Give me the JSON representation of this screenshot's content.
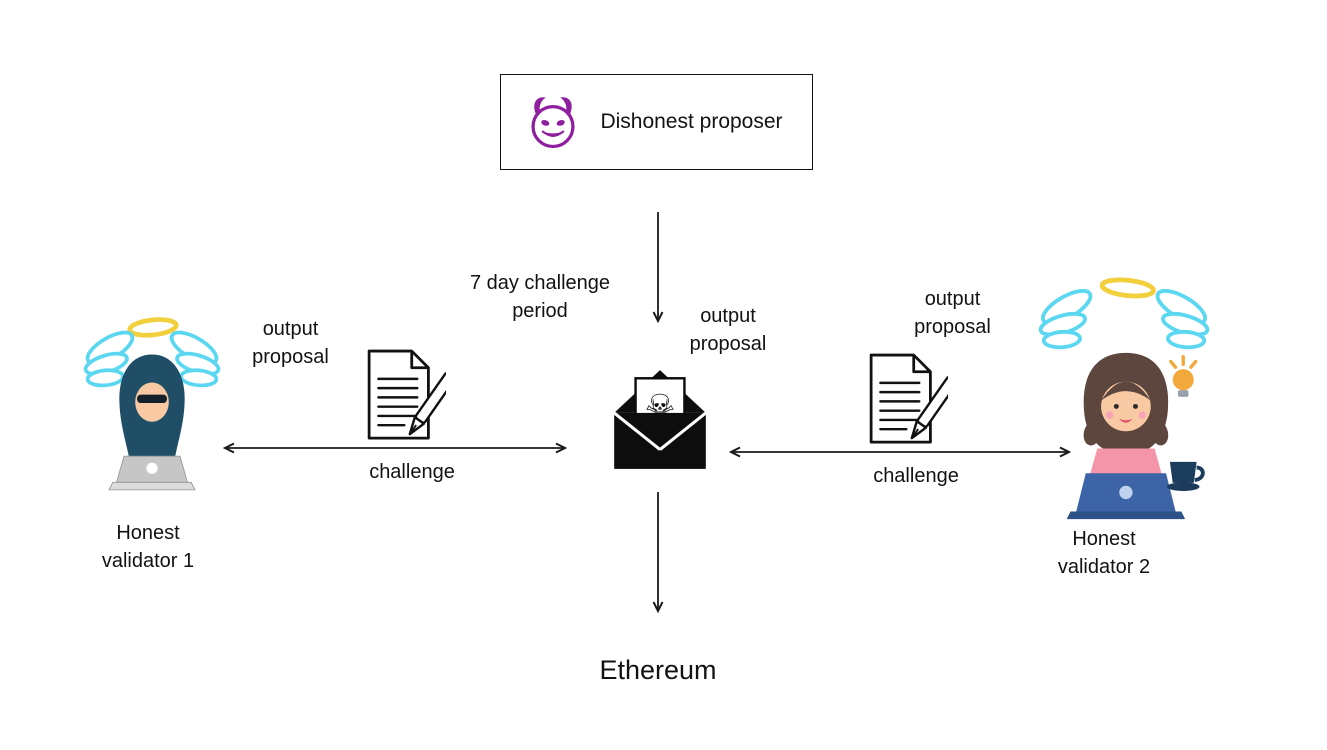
{
  "nodes": {
    "proposer_label": "Dishonest proposer",
    "validator1_label": "Honest validator 1",
    "validator2_label": "Honest validator 2",
    "ethereum_label": "Ethereum"
  },
  "labels": {
    "challenge_period": "7 day challenge period",
    "output_proposal_left": "output proposal",
    "output_proposal_center": "output proposal",
    "output_proposal_right": "output proposal",
    "challenge_left": "challenge",
    "challenge_right": "challenge"
  },
  "icons": {
    "proposer": "devil-face-icon",
    "center": "skull-envelope-icon",
    "left_document": "document-pen-icon",
    "right_document": "document-pen-icon",
    "validator1": "angel-hacker-laptop-icon",
    "validator2": "angel-woman-laptop-icon",
    "skull_glyph": "☠"
  },
  "colors": {
    "devil_purple": "#8E1F9F",
    "wing_cyan": "#5BD7F2",
    "halo_yellow": "#F2CF3D",
    "hood_navy": "#1F4E66",
    "laptop_grey": "#C6C6C6",
    "hair_brown": "#5C463E",
    "skin": "#F9C9A3",
    "shirt_pink": "#F595A9",
    "laptop_blue": "#3C64A6",
    "cup_navy": "#1C3C5E",
    "bulb_orange": "#F2A83B",
    "ink": "#1A1A1A"
  }
}
